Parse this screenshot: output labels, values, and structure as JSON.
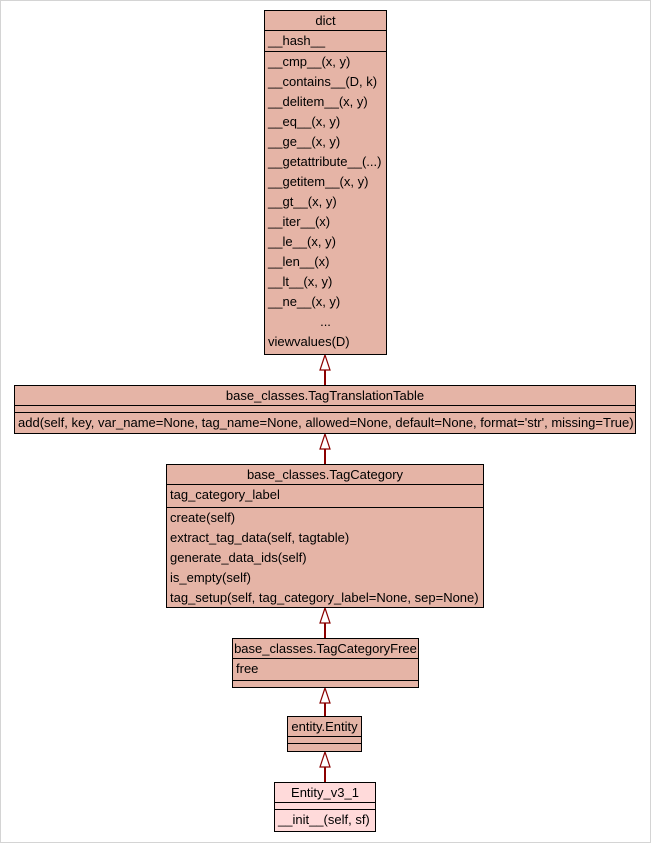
{
  "classes": {
    "dict": {
      "name": "dict",
      "attributes": [
        "__hash__"
      ],
      "methods": [
        "__cmp__(x, y)",
        "__contains__(D, k)",
        "__delitem__(x, y)",
        "__eq__(x, y)",
        "__ge__(x, y)",
        "__getattribute__(...)",
        "__getitem__(x, y)",
        "__gt__(x, y)",
        "__iter__(x)",
        "__le__(x, y)",
        "__len__(x)",
        "__lt__(x, y)",
        "__ne__(x, y)",
        "...",
        "viewvalues(D)"
      ]
    },
    "tag_translation_table": {
      "name": "base_classes.TagTranslationTable",
      "methods": [
        "add(self, key, var_name=None, tag_name=None, allowed=None, default=None, format='str', missing=True)"
      ]
    },
    "tag_category": {
      "name": "base_classes.TagCategory",
      "attributes": [
        "tag_category_label"
      ],
      "methods": [
        "create(self)",
        "extract_tag_data(self, tagtable)",
        "generate_data_ids(self)",
        "is_empty(self)",
        "tag_setup(self, tag_category_label=None, sep=None)"
      ]
    },
    "tag_category_free": {
      "name": "base_classes.TagCategoryFree",
      "attributes": [
        "free"
      ]
    },
    "entity": {
      "name": "entity.Entity"
    },
    "entity_v3_1": {
      "name": "Entity_v3_1",
      "methods": [
        "__init__(self, sf)"
      ]
    }
  },
  "colors": {
    "class_fill": "#e5b4a6",
    "leaf_fill": "#ffdada",
    "border": "#000000",
    "inheritance_arrow": "#8b0000"
  }
}
